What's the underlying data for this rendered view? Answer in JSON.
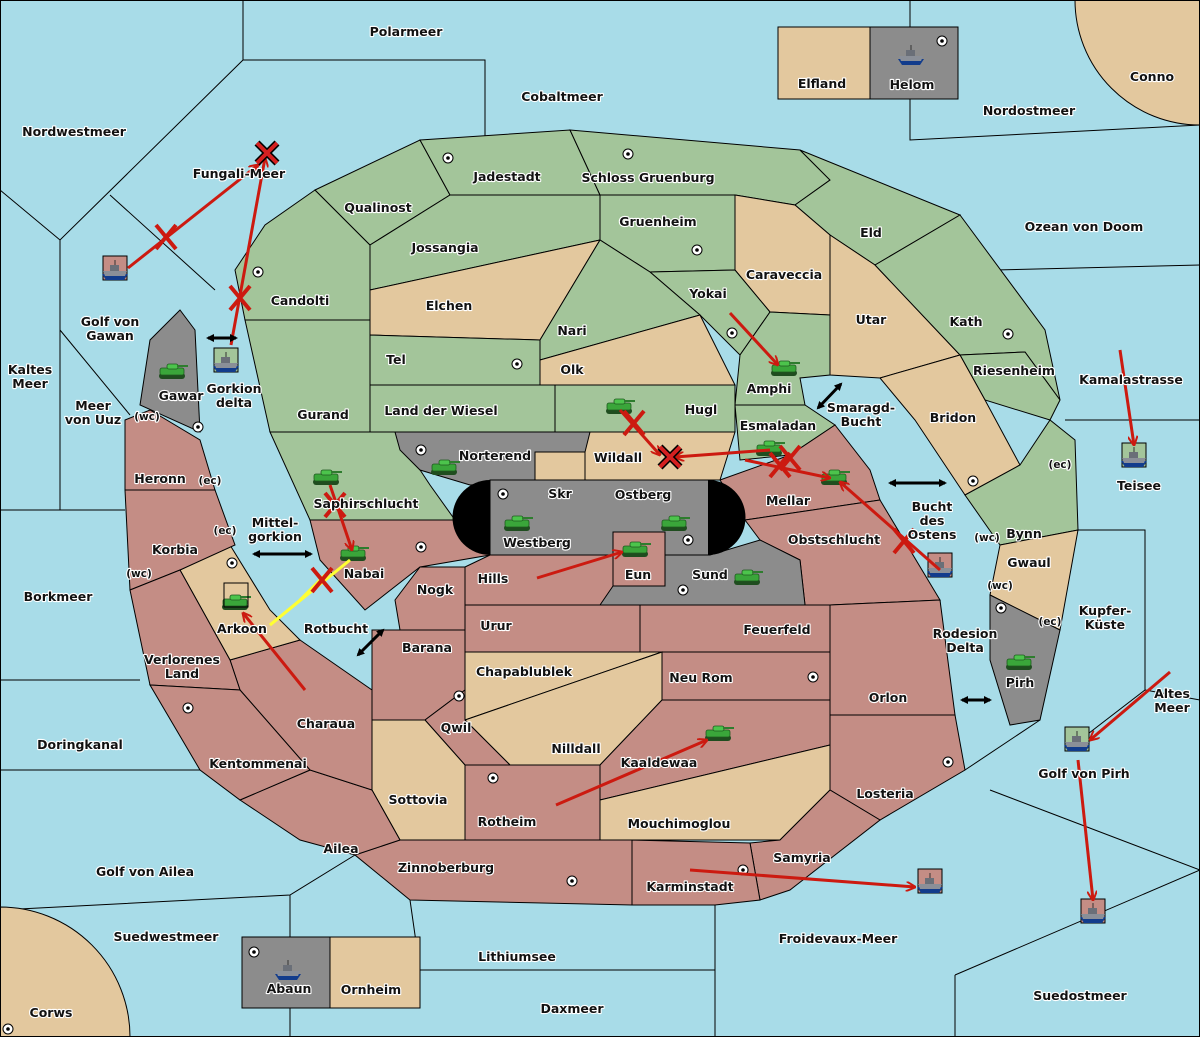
{
  "colors": {
    "sea": "#a8dce8",
    "green": "#a3c59a",
    "tan": "#e3c89e",
    "pink": "#c48d85",
    "gray": "#8c8c8c",
    "order": "#cc1a10",
    "support": "#ffff33",
    "move_both": "#000000"
  },
  "labels": {
    "seas": [
      "Polarmeer",
      "Cobaltmeer",
      "Nordwestmeer",
      "Fungali-Meer",
      "Nordostmeer",
      "Ozean von Doom",
      [
        "Golf von",
        "Gawan"
      ],
      [
        "Kaltes",
        "Meer"
      ],
      [
        "Meer",
        "von Uuz"
      ],
      [
        "Gorkion",
        "delta"
      ],
      "Kamalastrasse",
      "Teisee",
      [
        "Smaragd-",
        "Bucht"
      ],
      [
        "Bucht",
        "des",
        "Ostens"
      ],
      [
        "Mittel-",
        "gorkion"
      ],
      "Rotbucht",
      "Borkmeer",
      [
        "Kupfer-",
        "Küste"
      ],
      [
        "Rodesion",
        "Delta"
      ],
      [
        "Altes",
        "Meer"
      ],
      "Golf von Pirh",
      "Doringkanal",
      "Golf von Ailea",
      "Suedwestmeer",
      "Froidevaux-Meer",
      "Lithiumsee",
      "Daxmeer",
      "Suedostmeer"
    ],
    "lands": [
      "Elfland",
      "Helom",
      "Conno",
      "Corws",
      "Abaun",
      "Ornheim",
      "Jadestadt",
      "Schloss Gruenburg",
      "Qualinost",
      "Gruenheim",
      "Eld",
      "Jossangia",
      "Caraveccia",
      "Candolti",
      "Yokai",
      "Elchen",
      "Utar",
      "Kath",
      "Nari",
      "Tel",
      "Olk",
      "Amphi",
      "Riesenheim",
      "Gurand",
      "Land der Wiesel",
      "Hugl",
      "Gawar",
      "Bridon",
      "Esmaladan",
      "Norterend",
      "Wildall",
      "Heronn",
      "Skr",
      "Ostberg",
      "Mellar",
      "Saphirschlucht",
      "Westberg",
      "Korbia",
      "Obstschlucht",
      "Bynn",
      "Nabai",
      "Eun",
      "Sund",
      "Hills",
      "Nogk",
      "Gwaul",
      "Arkoon",
      "Urur",
      "Feuerfeld",
      "Barana",
      [
        "Verlorenes",
        "Land"
      ],
      "Chapablublek",
      "Neu Rom",
      "Pirh",
      "Orlon",
      "Charaua",
      "Qwil",
      "Nilldall",
      "Kaaldewaa",
      "Kentommenai",
      "Losteria",
      "Sottovia",
      "Rotheim",
      "Mouchimoglou",
      "Ailea",
      "Samyria",
      "Zinnoberburg",
      "Karminstadt"
    ],
    "coasts": [
      "(wc)",
      "(ec)",
      "(ec)",
      "(wc)",
      "(ec)",
      "(wc)",
      "(wc)",
      "(ec)"
    ]
  },
  "icons": {
    "army": "tank-icon",
    "fleet": "ship-icon",
    "supply_center": "supply-center-icon",
    "failed_order": "red-x-icon",
    "dislodged": "dislodged-x-icon",
    "move_arrow": "red-arrow-icon",
    "support_arrow": "yellow-arrow-icon",
    "connection": "double-arrow-icon"
  }
}
